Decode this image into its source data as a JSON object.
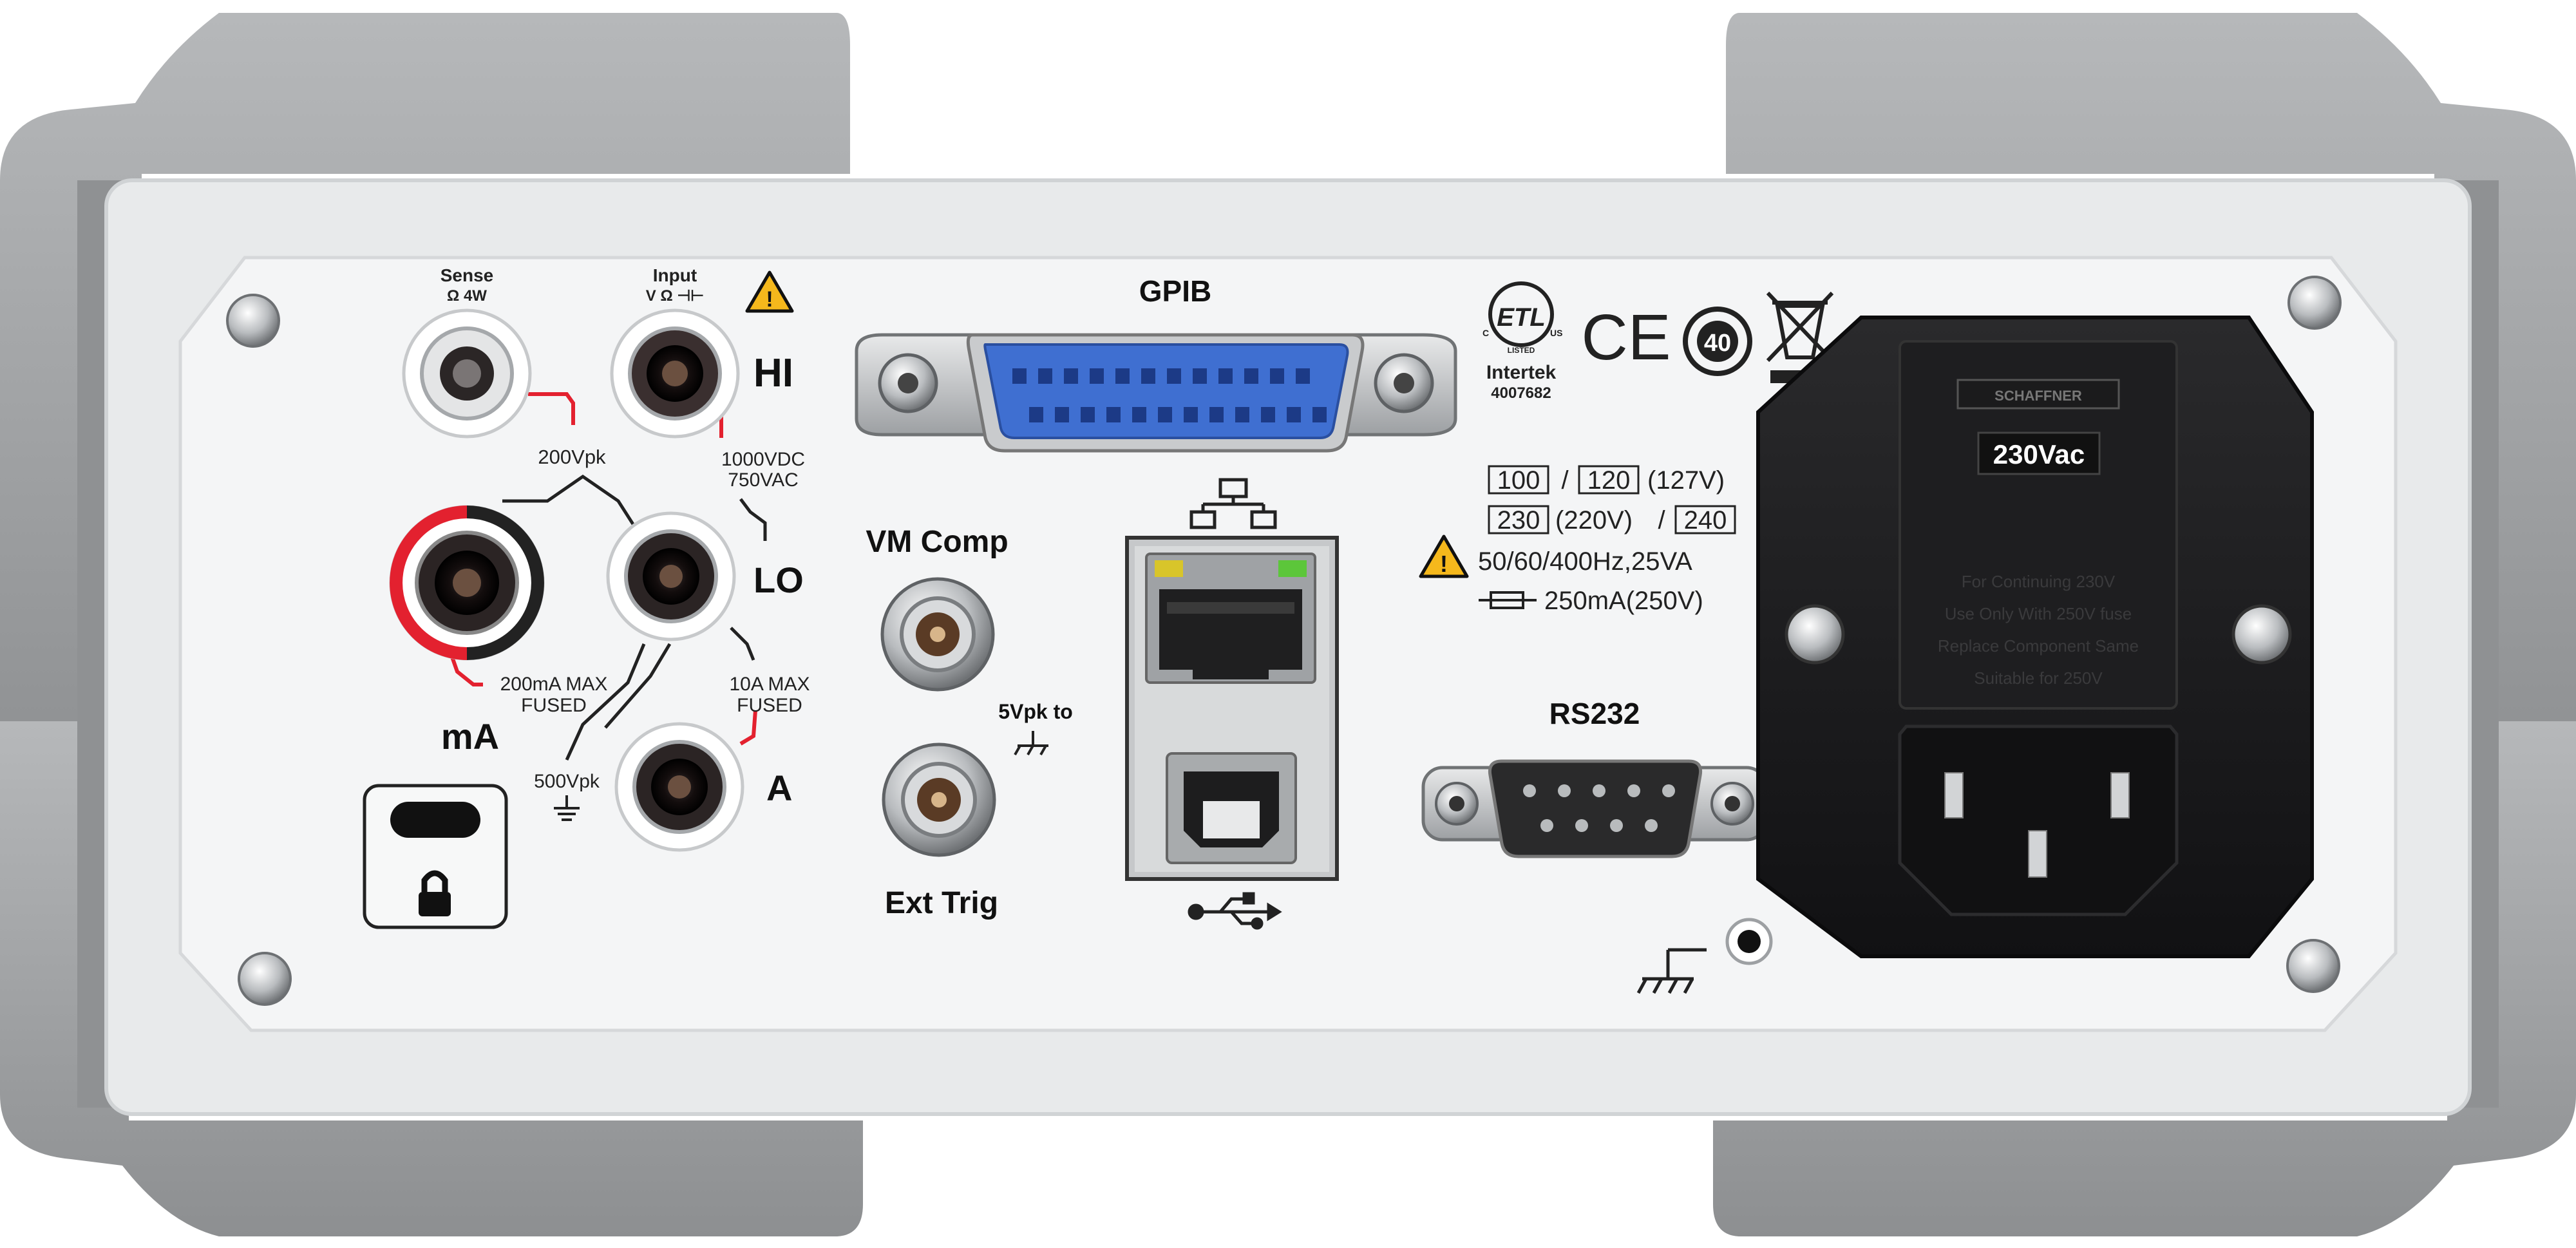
{
  "terminals": {
    "sense_title": "Sense",
    "sense_sub": "Ω 4W",
    "input_title": "Input",
    "input_sub": "V Ω ⊣⊢",
    "hi": "HI",
    "lo": "LO",
    "ma": "mA",
    "a": "A",
    "v200": "200Vpk",
    "v1000_1": "1000VDC",
    "v1000_2": "750VAC",
    "fuse_ma_1": "200mA MAX",
    "fuse_ma_2": "FUSED",
    "fuse_a_1": "10A MAX",
    "fuse_a_2": "FUSED",
    "v500": "500Vpk"
  },
  "connectors": {
    "gpib": "GPIB",
    "vm_comp": "VM Comp",
    "ext_trig": "Ext Trig",
    "v5pk": "5Vpk to",
    "rs232": "RS232"
  },
  "certifications": {
    "intertek": "Intertek",
    "intertek_no": "4007682",
    "etl_letters": "ETL",
    "c_mark": "C",
    "us_mark": "US",
    "listed": "LISTED",
    "ce": "CE",
    "forty": "40"
  },
  "power": {
    "v100": "100",
    "sep1": "/",
    "v120": "120",
    "v127": "(127V)",
    "v230": "230",
    "v220": "(220V)",
    "sep2": "/",
    "v240": "240",
    "freq": "50/60/400Hz,25VA",
    "fuse": "250mA(250V)",
    "badge": "230Vac",
    "brand": "SCHAFFNER",
    "warn_lines": [
      "For Continuing 230V",
      "Use Only With 250V fuse",
      "Replace Component Same",
      "Suitable for 250V"
    ]
  },
  "colors": {
    "bumper": "#a7a9ab",
    "bumper_dark": "#8e9092",
    "panel": "#eef0f1",
    "inner": "#f6f7f7",
    "red": "#e3212f",
    "gpib_blue": "#3f6fd1",
    "black_block": "#1a1a1c"
  }
}
